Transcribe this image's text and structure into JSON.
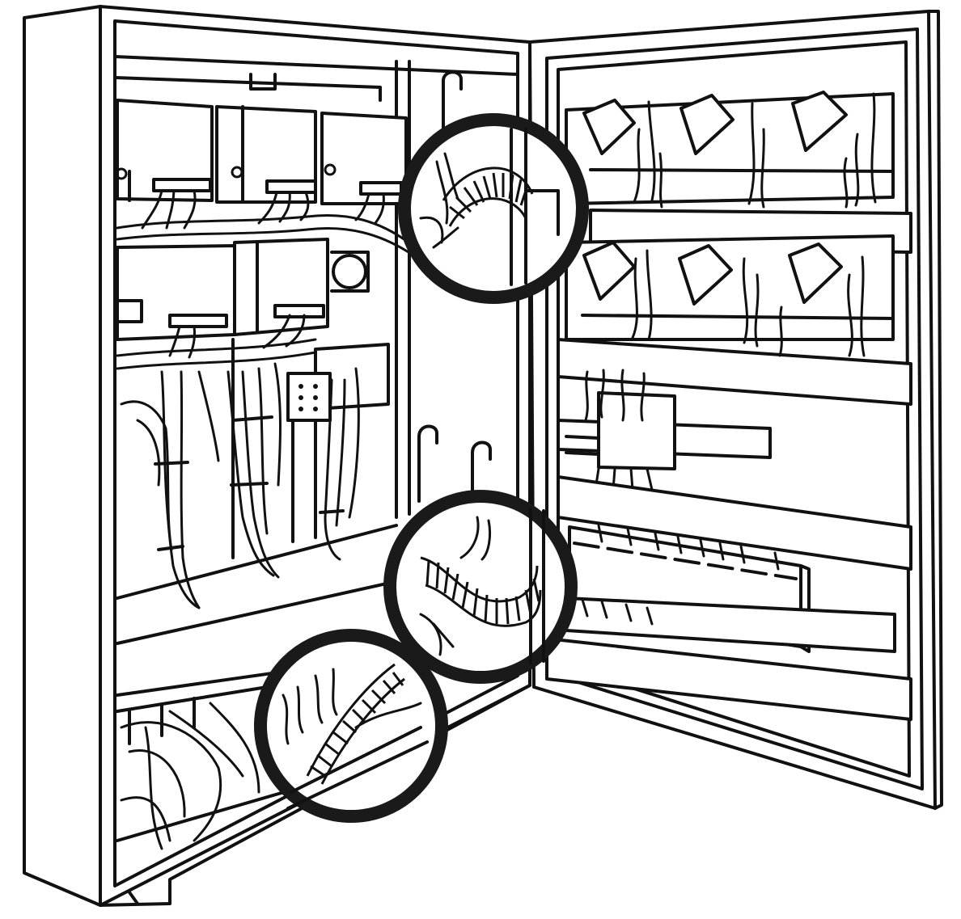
{
  "figure": {
    "subject": "",
    "colors": {
      "line": "#111111",
      "background": "#ffffff",
      "ring": "#1a1a1a"
    },
    "callouts": [
      {
        "id": "upper",
        "icon": "cable-hose-upper-detail-icon"
      },
      {
        "id": "middle",
        "icon": "cable-hose-middle-detail-icon"
      },
      {
        "id": "lower",
        "icon": "cable-hose-lower-detail-icon"
      }
    ]
  }
}
